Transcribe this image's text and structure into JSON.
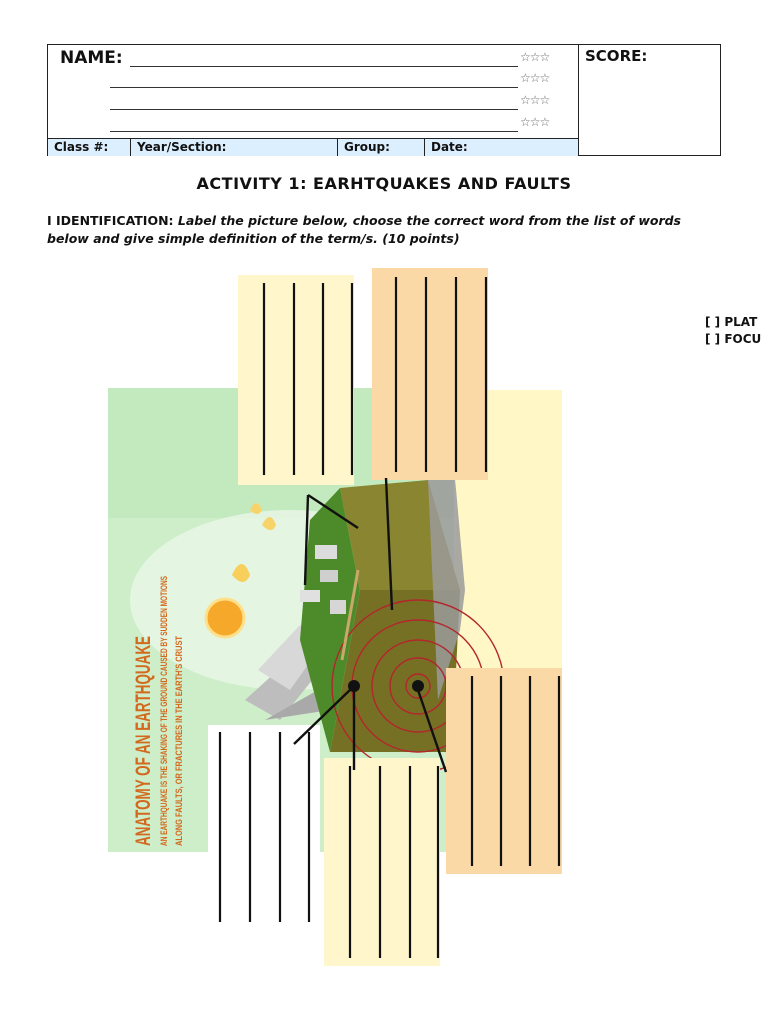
{
  "header": {
    "name_label": "NAME:",
    "score_label": "SCORE:",
    "stars": "☆☆☆",
    "class_label": "Class #:",
    "year_label": "Year/Section:",
    "group_label": "Group:",
    "date_label": "Date:"
  },
  "title": "ACTIVITY 1: EARHTQUAKES AND FAULTS",
  "instructions": {
    "lead": "I IDENTIFICATION:",
    "body": "Label the picture below, choose the correct word from the list of words below and give simple definition of the term/s. (10 points)"
  },
  "choices": [
    "[  ] PLAT",
    "[  ] FOCU"
  ],
  "figure": {
    "poster_title": "ANATOMY OF AN EARTHQUAKE",
    "poster_line1": "AN EARTHQUAKE IS THE SHAKING OF THE GROUND CAUSED BY SUDDEN MOTIONS",
    "poster_line2": "ALONG FAULTS, OR FRACTURES IN THE EARTH'S CRUST"
  },
  "colors": {
    "poster_green": "#cdeec9",
    "box_yellow": "#fff6cc",
    "box_orange": "#fbd9a6",
    "block_olive": "#7d7a2a",
    "block_green": "#4a8a2a",
    "poster_text": "#d2691e"
  }
}
